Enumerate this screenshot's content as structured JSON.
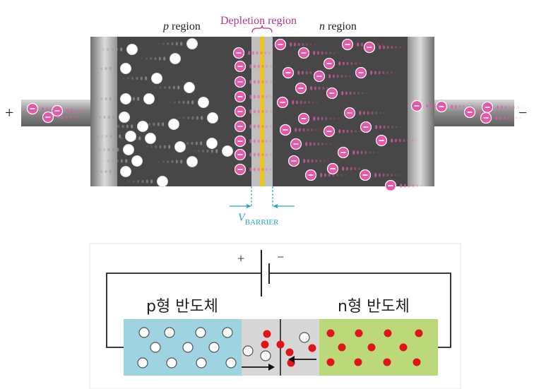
{
  "diagram_top": {
    "p_label_italic": "p",
    "p_label_rest": " region",
    "depletion_label": "Depletion region",
    "n_label_italic": "n",
    "n_label_rest": " region",
    "plus_sign": "+",
    "minus_sign": "−",
    "electron_symbol": "⊖",
    "barrier_v": "V",
    "barrier_sub": "BARRIER",
    "colors": {
      "semiconductor": "#474747",
      "depletion": "#bfbfbf",
      "junction_line": "#f2c419",
      "electron": "#e35aa8",
      "label_magenta": "#b8338a",
      "barrier_cyan": "#2aa6c6",
      "lead_metal": "#9a9a9a"
    }
  },
  "diagram_bottom": {
    "plus_sign": "+",
    "minus_sign": "−",
    "p_type_label": "p형 반도체",
    "n_type_label": "n형 반도체",
    "colors": {
      "p_region": "#9ed3e2",
      "n_region": "#bcd97a",
      "depletion": "#d7d7d7",
      "electron": "#e0151b",
      "hole": "#ffffff",
      "wire": "#222222"
    }
  }
}
